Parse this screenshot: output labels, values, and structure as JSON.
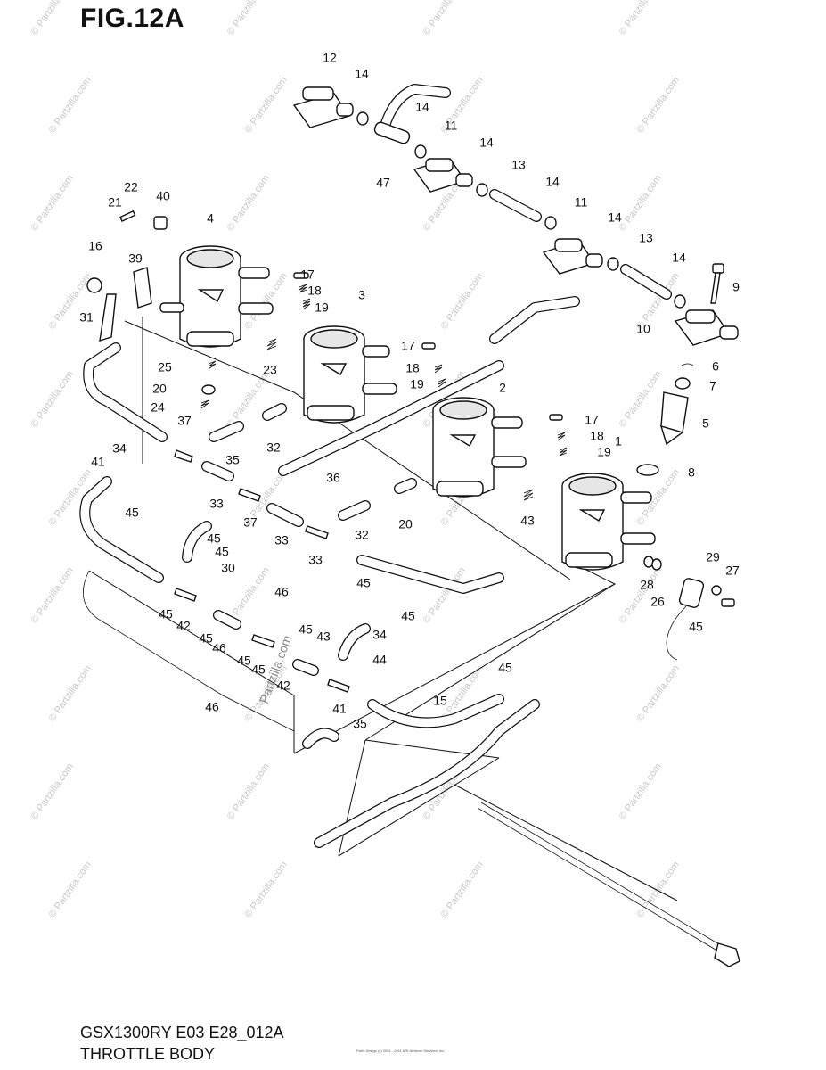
{
  "figure": {
    "title": "FIG.12A",
    "model_code": "GSX1300RY E03 E28_012A",
    "section_name": "THROTTLE BODY"
  },
  "watermark": {
    "text": "© Partzilla.com",
    "center_text": "Partzilla.com"
  },
  "footer": {
    "small_print": "Parts Design (c) 2001 - 2011 ARI Network Services, Inc."
  },
  "callouts": [
    "12",
    "14",
    "14",
    "11",
    "14",
    "13",
    "14",
    "11",
    "14",
    "13",
    "14",
    "9",
    "10",
    "6",
    "7",
    "5",
    "8",
    "47",
    "22",
    "21",
    "40",
    "4",
    "16",
    "39",
    "31",
    "17",
    "18",
    "19",
    "3",
    "17",
    "18",
    "19",
    "25",
    "20",
    "24",
    "23",
    "37",
    "35",
    "32",
    "2",
    "17",
    "18",
    "19",
    "1",
    "34",
    "41",
    "36",
    "33",
    "45",
    "37",
    "33",
    "45",
    "33",
    "32",
    "20",
    "43",
    "45",
    "30",
    "29",
    "27",
    "28",
    "26",
    "45",
    "46",
    "45",
    "42",
    "45",
    "46",
    "45",
    "45",
    "42",
    "45",
    "43",
    "45",
    "34",
    "44",
    "45",
    "46",
    "45",
    "41",
    "35",
    "15"
  ]
}
